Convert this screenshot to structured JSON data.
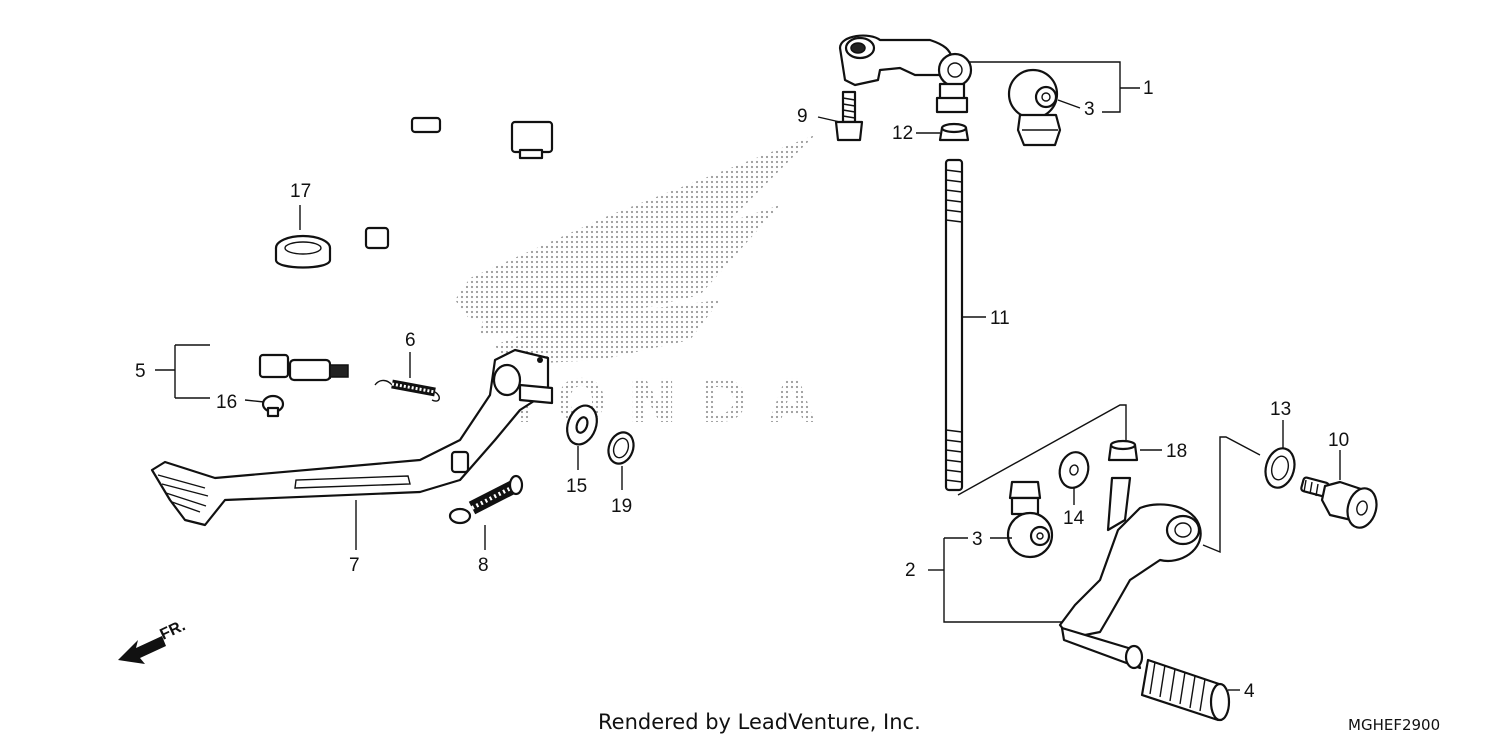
{
  "watermark": {
    "brand": "HONDA"
  },
  "orientation": {
    "label": "FR."
  },
  "callouts": {
    "c1": "1",
    "c2": "2",
    "c3a": "3",
    "c3b": "3",
    "c4": "4",
    "c5": "5",
    "c6": "6",
    "c7": "7",
    "c8": "8",
    "c9": "9",
    "c10": "10",
    "c11": "11",
    "c12": "12",
    "c13": "13",
    "c14": "14",
    "c15": "15",
    "c16": "16",
    "c17": "17",
    "c18": "18",
    "c19": "19"
  },
  "footer": {
    "credit": "Rendered by LeadVenture, Inc.",
    "diagram_code": "MGHEF2900"
  }
}
